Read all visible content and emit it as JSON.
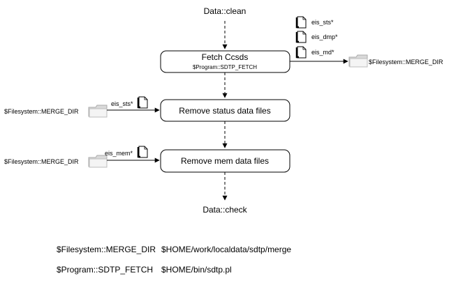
{
  "diagram": {
    "start_label": "Data::clean",
    "end_label": "Data::check",
    "steps": [
      {
        "title": "Fetch Ccsds",
        "subtitle": "$Program::SDTP_FETCH"
      },
      {
        "title": "Remove status data files"
      },
      {
        "title": "Remove mem data files"
      }
    ],
    "fetch_outputs": [
      "eis_sts*",
      "eis_dmp*",
      "eis_md*"
    ],
    "fetch_output_dir": "$Filesystem::MERGE_DIR",
    "status_input_dir": "$Filesystem::MERGE_DIR",
    "status_input_file": "eis_sts*",
    "mem_input_dir": "$Filesystem::MERGE_DIR",
    "mem_input_file": "eis_mem*"
  },
  "legend": [
    {
      "name": "$Filesystem::MERGE_DIR",
      "value": "$HOME/work/localdata/sdtp/merge"
    },
    {
      "name": "$Program::SDTP_FETCH",
      "value": "$HOME/bin/sdtp.pl"
    }
  ]
}
